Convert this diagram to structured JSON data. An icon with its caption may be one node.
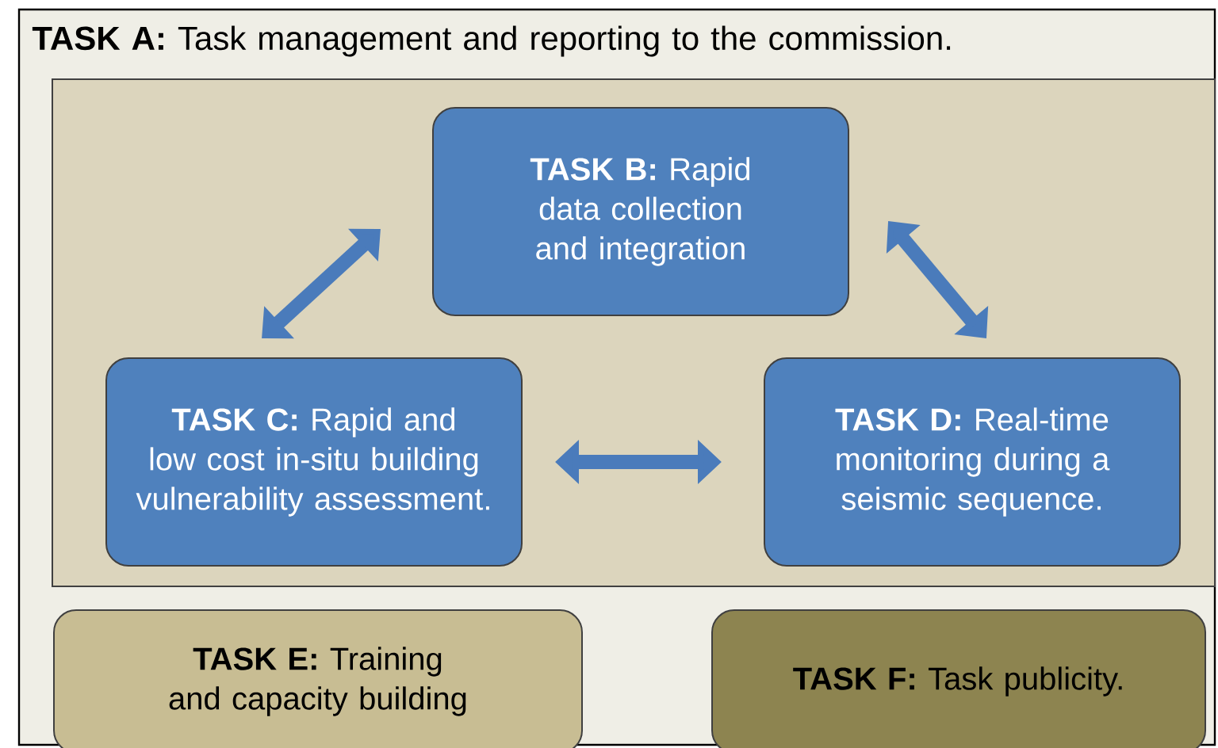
{
  "diagram": {
    "nodes": [
      {
        "text": [
          "**TASK A:** Task management and reporting to the commission."
        ]
      },
      {
        "text": [],
        "shape": "box",
        "in": 0
      },
      {
        "text": [
          "**TASK B:** Rapid data collection and integration"
        ],
        "in": 1
      },
      {
        "text": [
          "**TASK C:** Rapid and low cost in-situ building vulnerability assessment."
        ],
        "in": 1
      },
      {
        "text": [
          "**TASK D:** Real-time monitoring during a seismic sequence."
        ],
        "in": 1
      },
      {
        "text": [
          "**TASK E:** Training and capacity building"
        ],
        "in": 0
      },
      {
        "text": [
          "**TASK F:** Task publicity."
        ],
        "in": 0
      }
    ],
    "edges": [
      {
        "from": 2,
        "to": 3,
        "arrow": "both"
      },
      {
        "from": 2,
        "to": 4,
        "arrow": "both"
      },
      {
        "from": 3,
        "to": 4,
        "arrow": "both"
      }
    ]
  }
}
